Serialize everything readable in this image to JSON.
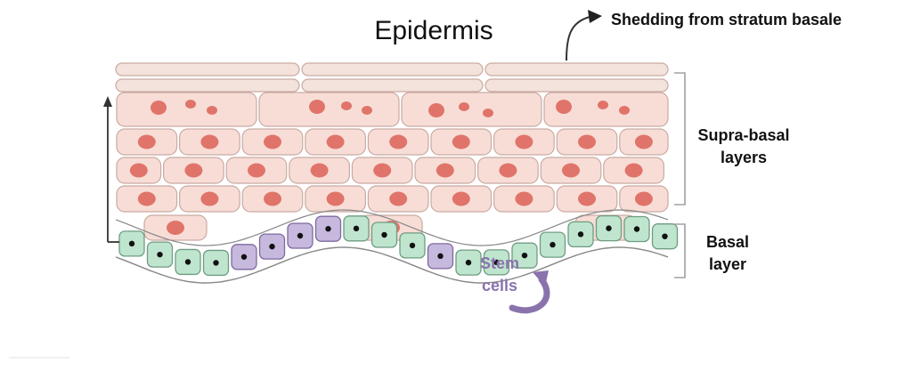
{
  "title": "Epidermis",
  "shedding_label": "Shedding from stratum basale",
  "supra_basal_label": [
    "Supra-basal",
    "layers"
  ],
  "basal_label": [
    "Basal",
    "layer"
  ],
  "stem_cells_label": [
    "Stem",
    "cells"
  ],
  "colors": {
    "suprabasal_cell_fill": "#f7ddd6",
    "suprabasal_cell_stroke": "#c9aaa2",
    "suprabasal_nucleus": "#e0746a",
    "cornified_fill": "#f3e3dc",
    "basal_cell_fill": "#bfe5cf",
    "basal_cell_stroke": "#6e9c82",
    "stem_cell_fill": "#c7b8de",
    "stem_cell_stroke": "#7d6a9e",
    "membrane_stroke": "#888888",
    "stem_label": "#8a73ad",
    "bracket": "#a0a0a0",
    "arrow": "#333333"
  }
}
